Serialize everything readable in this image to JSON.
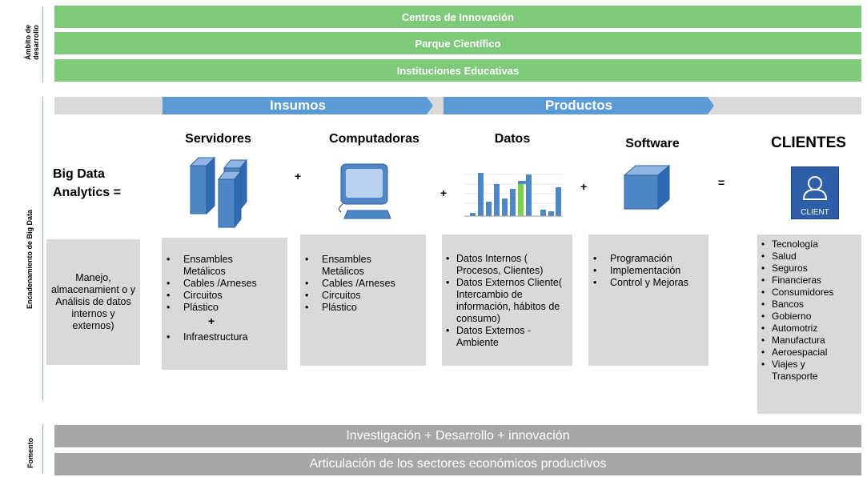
{
  "labels": {
    "ambito": [
      "Ámbito de",
      "desarrollo"
    ],
    "encadenamiento": "Encadenamiento de Big Data",
    "fomento": "Fomento"
  },
  "green_bars": [
    "Centros de Innovación",
    "Parque Científico",
    "Instituciones Educativas"
  ],
  "section_arrows": {
    "insumos": "Insumos",
    "productos": "Productos"
  },
  "columns": {
    "big_data": {
      "title_line1": "Big Data",
      "title_line2": "Analytics =",
      "box_text": "Manejo, almacenamient o y Análisis de datos internos y externos)"
    },
    "servidores": {
      "title": "Servidores",
      "items": [
        "Ensambles Metálicos",
        "Cables /Arneses",
        "Circuitos",
        "Plástico"
      ],
      "plus": "+",
      "extra": "Infraestructura",
      "icon": "servers-icon"
    },
    "computadoras": {
      "title": "Computadoras",
      "items": [
        "Ensambles Metálicos",
        "Cables /Arneses",
        "Circuitos",
        "Plástico"
      ],
      "icon": "computer-icon"
    },
    "datos": {
      "title": "Datos",
      "items": [
        "Datos Internos ( Procesos, Clientes)",
        "Datos Externos Cliente( Intercambio de información, hábitos de consumo)",
        "Datos Externos - Ambiente"
      ],
      "icon": "bar-chart-icon"
    },
    "software": {
      "title": "Software",
      "items": [
        "Programación",
        "Implementación",
        "Control y Mejoras"
      ],
      "icon": "cube-icon"
    },
    "clientes": {
      "title": "CLIENTES",
      "icon_text": "CLIENT",
      "items": [
        "Tecnología",
        "Salud",
        "Seguros",
        "Financieras",
        "Consumidores",
        "Bancos",
        "Gobierno",
        "Automotriz",
        "Manufactura",
        "Aeroespacial",
        "Viajes y Transporte"
      ],
      "icon": "client-icon"
    }
  },
  "operators": {
    "op1": "+",
    "op2": "+",
    "op3": "+",
    "op4": "="
  },
  "grey_bars": [
    "Investigación + Desarrollo + innovación",
    "Articulación de los sectores económicos productivos"
  ],
  "colors": {
    "green": "#7fc97a",
    "blue": "#5b9bd5",
    "grey_bar": "#a6a6a6",
    "box": "#d9d9d9"
  }
}
